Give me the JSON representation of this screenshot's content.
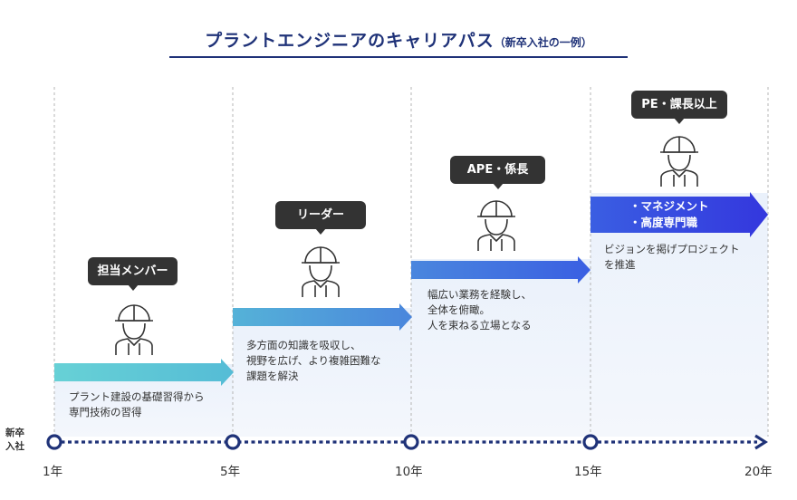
{
  "title": {
    "main": "プラントエンジニアのキャリアパス",
    "sub": "（新卒入社の一例）"
  },
  "timeline": {
    "start_label": [
      "新卒",
      "入社"
    ],
    "year_labels": [
      "1年",
      "5年",
      "10年",
      "15年",
      "20年"
    ]
  },
  "stages": [
    {
      "role": "担当メンバー",
      "desc": [
        "プラント建設の基礎習得から",
        "専門技術の習得"
      ]
    },
    {
      "role": "リーダー",
      "desc": [
        "多方面の知識を吸収し、",
        "視野を広げ、より複雑困難な",
        "課題を解決"
      ]
    },
    {
      "role": "APE・係長",
      "desc": [
        "幅広い業務を経験し、",
        "全体を俯瞰。",
        "人を束ねる立場となる"
      ]
    },
    {
      "role": "PE・課長以上",
      "bar_text": [
        "・マネジメント",
        "・高度専門職"
      ],
      "desc": [
        "ビジョンを掲げプロジェクト",
        "を推進"
      ]
    }
  ],
  "colors": {
    "title": "#1f3278",
    "timeline": "#1f3278",
    "bubble": "#333333",
    "bar_1": "#5ccbd2",
    "bar_2": "#4a9ad8",
    "bar_3": "#3a6de0",
    "bar_4": "#3344e0",
    "band": "#eef2fb"
  }
}
